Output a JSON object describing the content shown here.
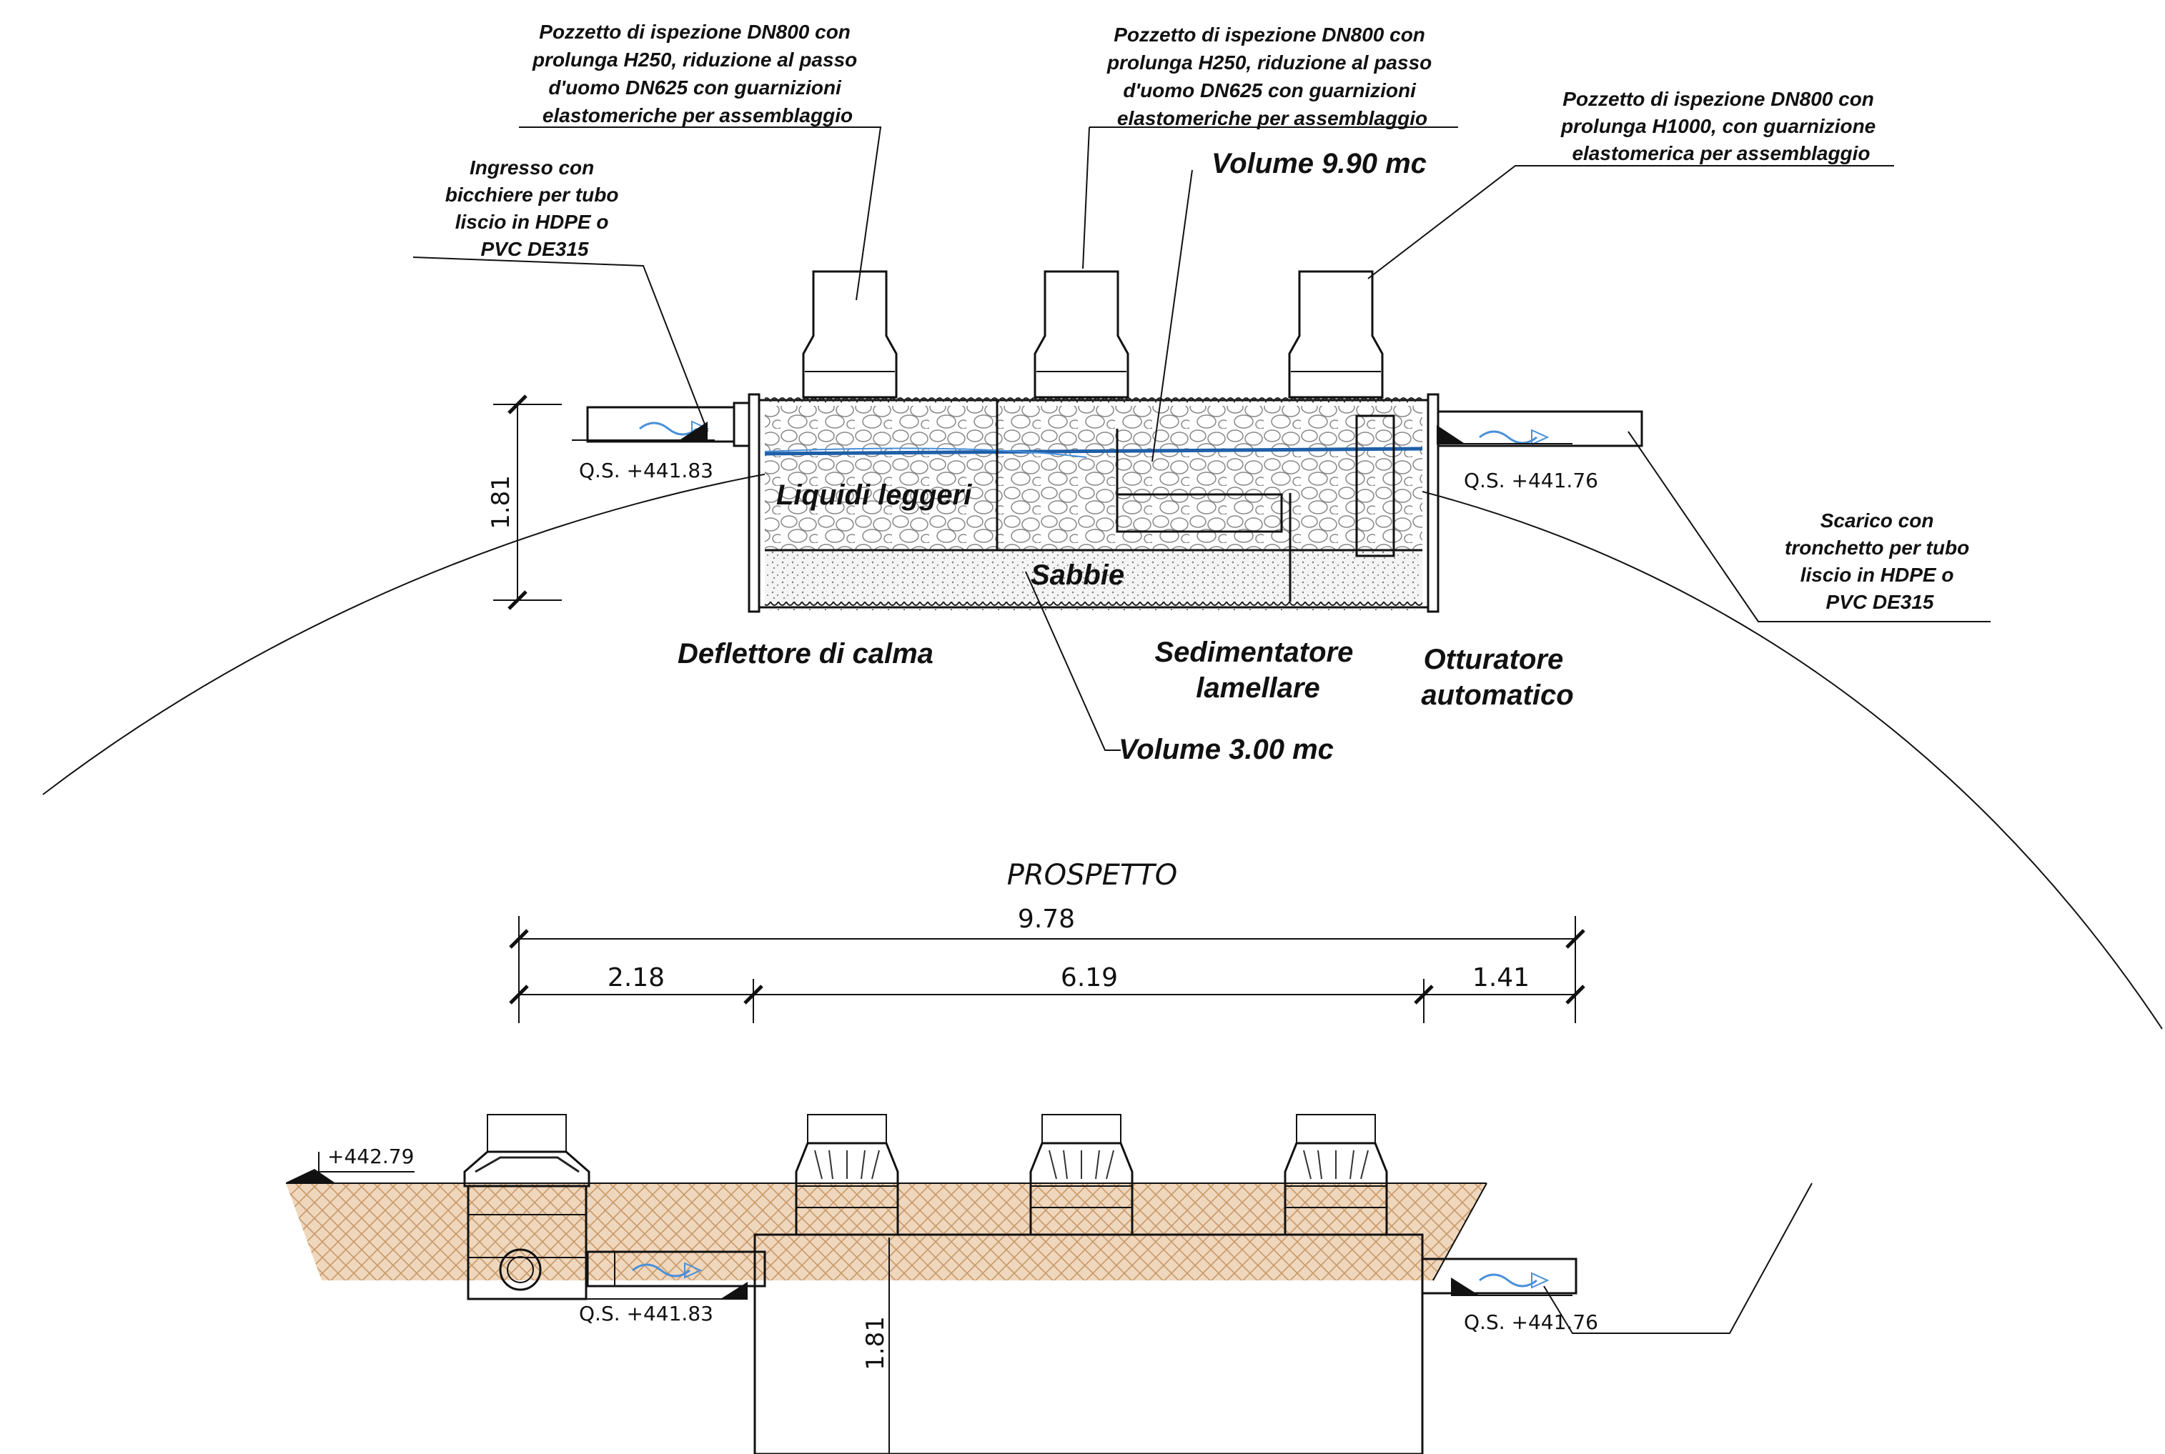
{
  "labels": {
    "inlet_note": [
      "Ingresso con",
      "bicchiere per tubo",
      "liscio in HDPE o",
      "PVC DE315"
    ],
    "manhole1_note": [
      "Pozzetto di ispezione DN800 con",
      "prolunga H250, riduzione al passo",
      "d'uomo DN625 con guarnizioni",
      "elastomeriche per assemblaggio"
    ],
    "manhole2_note": [
      "Pozzetto di ispezione DN800 con",
      "prolunga H250, riduzione al passo",
      "d'uomo DN625 con guarnizioni",
      "elastomeriche per assemblaggio"
    ],
    "manhole3_note": [
      "Pozzetto di ispezione DN800 con",
      "prolunga H1000,  con guarnizione",
      "elastomerica per assemblaggio"
    ],
    "outlet_note": [
      "Scarico con",
      "tronchetto per tubo",
      "liscio in HDPE o",
      "PVC DE315"
    ],
    "volume_upper": "Volume 9.90 mc",
    "volume_lower": "Volume 3.00 mc",
    "light_liquids": "Liquidi leggeri",
    "sands": "Sabbie",
    "baffle": "Deflettore di calma",
    "lamellar": [
      "Sedimentatore",
      "lamellare"
    ],
    "shutoff": [
      "Otturatore",
      "automatico"
    ],
    "view_title": "PROSPETTO"
  },
  "levels": {
    "inlet_qs": "Q.S.  +441.83",
    "outlet_qs": "Q.S.  +441.76",
    "ground": "+442.79",
    "inlet_qs_lower": "Q.S.  +441.83",
    "outlet_qs_lower": "Q.S.  +441.76"
  },
  "dimensions": {
    "height_section": "1.81",
    "total_length": "9.78",
    "inlet_length": "2.18",
    "tank_length": "6.19",
    "outlet_length": "1.41",
    "height_elevation": "1.81"
  },
  "colors": {
    "water_line": "#1f5fa8",
    "flow_arrow": "#4a90d9",
    "soil_fill": "#e9c9a6",
    "soil_line": "#c99a6b",
    "line": "#111111"
  }
}
